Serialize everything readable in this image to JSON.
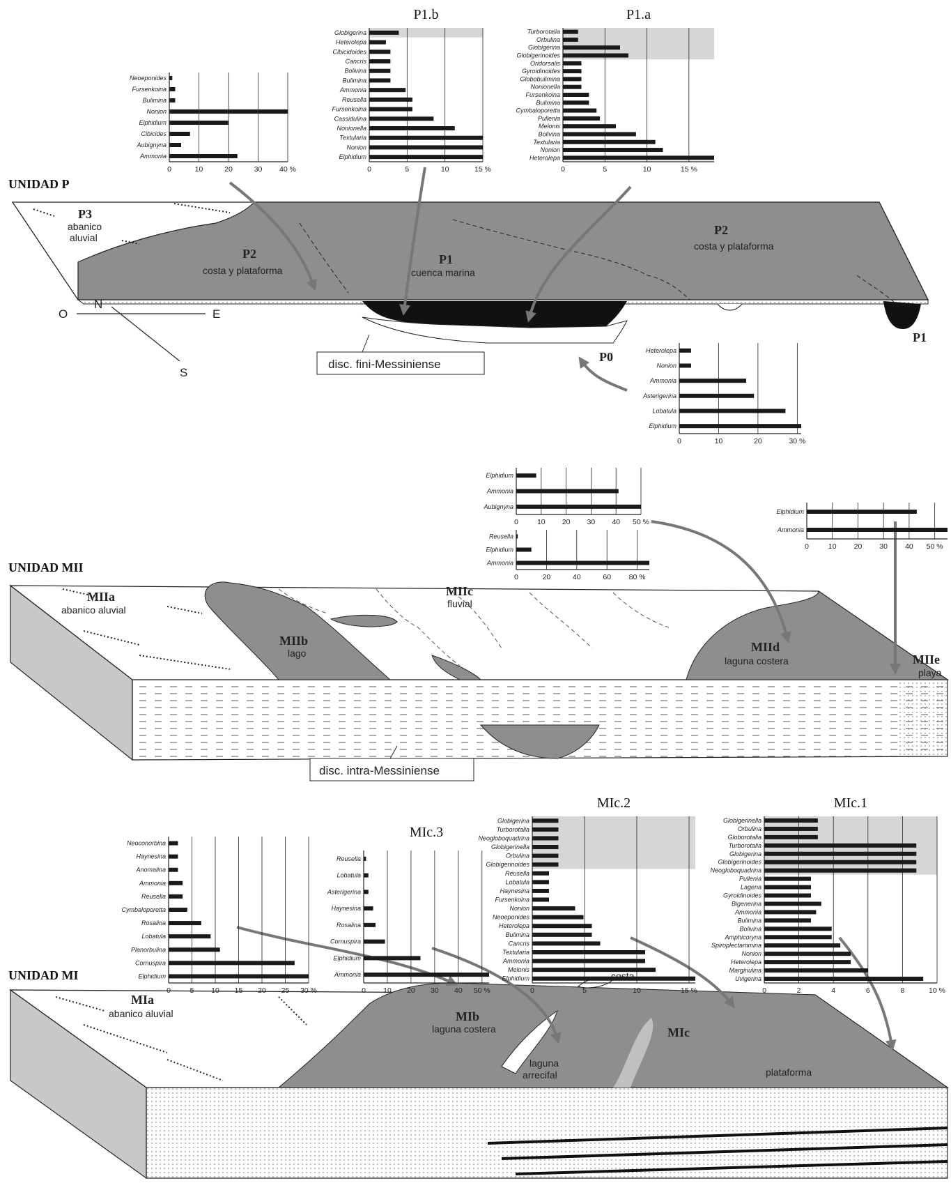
{
  "units": {
    "p": "UNIDAD P",
    "mii": "UNIDAD MII",
    "mi": "UNIDAD MI"
  },
  "zones": {
    "p3": {
      "name": "P3",
      "desc": [
        "abanico",
        "aluvial"
      ]
    },
    "p2_west": {
      "name": "P2",
      "desc": "costa y plataforma"
    },
    "p1_center": {
      "name": "P1",
      "desc": "cuenca marina"
    },
    "p2_east": {
      "name": "P2",
      "desc": "costa y plataforma"
    },
    "p1_channel": "P1",
    "p0": "P0",
    "p1_east": "P1",
    "miia": {
      "name": "MIIa",
      "desc": "abanico aluvial"
    },
    "miib": {
      "name": "MIIb",
      "desc": "lago"
    },
    "miic": {
      "name": "MIIc",
      "desc": "fluvial"
    },
    "miid": {
      "name": "MIId",
      "desc": "laguna costera"
    },
    "miie": {
      "name": "MIIe",
      "desc": "playa"
    },
    "mia": {
      "name": "MIa",
      "desc": "abanico aluvial"
    },
    "mib": {
      "name": "MIb",
      "desc": "laguna costera"
    },
    "mic": {
      "name": "MIc",
      "desc": "plataforma"
    },
    "costa": "costa",
    "laguna_arrecifal": [
      "laguna",
      "arrecifal"
    ]
  },
  "discontinuities": {
    "fini": "disc. fini-Messiniense",
    "intra": "disc. intra-Messiniense"
  },
  "compass": {
    "n": "N",
    "s": "S",
    "o": "O",
    "e": "E"
  },
  "colors": {
    "bar": "#1a1a1a",
    "shade": "#d6d6d6",
    "facies": "#8e8e8e",
    "arrow": "#777777",
    "block_side": "#c8c8c8"
  },
  "chart_data": [
    {
      "id": "p_left",
      "type": "bar",
      "orientation": "horizontal",
      "title": "",
      "categories": [
        "Neoeponides",
        "Fursenkoina",
        "Bulimina",
        "Nonion",
        "Elphidium",
        "Cibicides",
        "Aubignyna",
        "Ammonia"
      ],
      "values": [
        1,
        2,
        2,
        40,
        20,
        7,
        4,
        23
      ],
      "xticks": [
        "0",
        "10",
        "20",
        "30",
        "40 %"
      ],
      "xlim": [
        0,
        40
      ]
    },
    {
      "id": "p1b",
      "type": "bar",
      "orientation": "horizontal",
      "title": "P1.b",
      "categories": [
        "Globigerina",
        "Heterolepa",
        "Cibicidoides",
        "Cancris",
        "Bolivina",
        "Bulimina",
        "Ammonia",
        "Reusella",
        "Fursenkoina",
        "Cassidulina",
        "Nonionella",
        "Textularia",
        "Nonion",
        "Elphidium"
      ],
      "values": [
        3.9,
        2.2,
        2.8,
        2.8,
        2.8,
        2.8,
        4.8,
        5.7,
        5.7,
        8.5,
        11.3,
        15,
        15,
        15
      ],
      "planktonic": 1,
      "xticks": [
        "0",
        "5",
        "10",
        "15 %"
      ],
      "xlim": [
        0,
        15
      ]
    },
    {
      "id": "p1a",
      "type": "bar",
      "orientation": "horizontal",
      "title": "P1.a",
      "categories": [
        "Turborotalia",
        "Orbulina",
        "Globigerina",
        "Globigerinoides",
        "Oridorsalis",
        "Gyroidinoides",
        "Globobulimina",
        "Nonionella",
        "Fursenkoina",
        "Bulimina",
        "Cymbaloporetta",
        "Pullenia",
        "Melonis",
        "Bolivina",
        "Textularia",
        "Nonion",
        "Heterolepa"
      ],
      "values": [
        1.8,
        1.8,
        6.8,
        7.8,
        2.2,
        2.2,
        2.2,
        2.2,
        3.1,
        3.1,
        4,
        4.4,
        6.3,
        8.7,
        11,
        11.9,
        18
      ],
      "planktonic": 4,
      "xticks": [
        "0",
        "5",
        "10",
        "15 %"
      ],
      "xlim": [
        0,
        18
      ]
    },
    {
      "id": "p0",
      "type": "bar",
      "orientation": "horizontal",
      "title": "",
      "categories": [
        "Heterolepa",
        "Nonion",
        "Ammonia",
        "Asterigerina",
        "Lobatula",
        "Elphidium"
      ],
      "values": [
        3,
        3,
        17,
        19,
        27,
        31
      ],
      "xticks": [
        "0",
        "10",
        "20",
        "30 %"
      ],
      "xlim": [
        0,
        31
      ]
    },
    {
      "id": "miid_a",
      "type": "bar",
      "orientation": "horizontal",
      "title": "",
      "categories": [
        "Elphidium",
        "Ammonia",
        "Aubignyna"
      ],
      "values": [
        8,
        41,
        50
      ],
      "xticks": [
        "0",
        "10",
        "20",
        "30",
        "40",
        "50 %"
      ],
      "xlim": [
        0,
        50
      ]
    },
    {
      "id": "miid_b",
      "type": "bar",
      "orientation": "horizontal",
      "title": "",
      "categories": [
        "Reusella",
        "Elphidium",
        "Ammonia"
      ],
      "values": [
        1,
        10,
        88
      ],
      "xticks": [
        "0",
        "20",
        "40",
        "60",
        "80 %"
      ],
      "xlim": [
        0,
        88
      ]
    },
    {
      "id": "miie",
      "type": "bar",
      "orientation": "horizontal",
      "title": "",
      "categories": [
        "Elphidium",
        "Ammonia"
      ],
      "values": [
        43,
        55
      ],
      "xticks": [
        "0",
        "10",
        "20",
        "30",
        "40",
        "50 %"
      ],
      "xlim": [
        0,
        55
      ]
    },
    {
      "id": "mi_left",
      "type": "bar",
      "orientation": "horizontal",
      "title": "",
      "categories": [
        "Neoconorbina",
        "Haynesina",
        "Anomalina",
        "Ammonia",
        "Reusella",
        "Cymbaloporetta",
        "Rosalina",
        "Lobatula",
        "Planorbulina",
        "Cornuspira",
        "Elphidium"
      ],
      "values": [
        2,
        2,
        2,
        3,
        3,
        4,
        7,
        9,
        11,
        27,
        30
      ],
      "xticks": [
        "0",
        "5",
        "10",
        "15",
        "20",
        "25",
        "30 %"
      ],
      "xlim": [
        0,
        30
      ]
    },
    {
      "id": "mic3",
      "type": "bar",
      "orientation": "horizontal",
      "title": "MIc.3",
      "categories": [
        "Reusella",
        "Lobatula",
        "Asterigerina",
        "Haynesina",
        "Rosalina",
        "Cornuspira",
        "Elphidium",
        "Ammonia"
      ],
      "values": [
        1,
        2,
        2,
        4,
        5,
        9,
        24,
        53
      ],
      "xticks": [
        "0",
        "10",
        "20",
        "30",
        "40",
        "50 %"
      ],
      "xlim": [
        0,
        53
      ]
    },
    {
      "id": "mic2",
      "type": "bar",
      "orientation": "horizontal",
      "title": "MIc.2",
      "categories": [
        "Globigerina",
        "Turborotalia",
        "Neogloboquadrina",
        "Globigerinella",
        "Orbulina",
        "Globigerinoides",
        "Reusella",
        "Lobatula",
        "Haynesina",
        "Fursenkoina",
        "Nonion",
        "Neoeponides",
        "Heterolepa",
        "Bulimina",
        "Cancris",
        "Textularia",
        "Ammonia",
        "Melonis",
        "Elphidium"
      ],
      "values": [
        2.5,
        2.5,
        2.5,
        2.5,
        2.5,
        2.5,
        1.6,
        1.6,
        1.6,
        1.6,
        4.1,
        4.9,
        5.7,
        5.7,
        6.5,
        10.8,
        10.8,
        11.8,
        15.6
      ],
      "planktonic": 6,
      "xticks": [
        "0",
        "5",
        "10",
        "15 %"
      ],
      "xlim": [
        0,
        15.6
      ]
    },
    {
      "id": "mic1",
      "type": "bar",
      "orientation": "horizontal",
      "title": "MIc.1",
      "categories": [
        "Globigerinella",
        "Orbulina",
        "Globorotalia",
        "Turborotalia",
        "Globigerina",
        "Globigerinoides",
        "Neogloboquadrina",
        "Pullenia",
        "Lagena",
        "Gyroidinoides",
        "Bigenerina",
        "Ammonia",
        "Bulimina",
        "Bolivina",
        "Amphicoryna",
        "Spiroplectammina",
        "Nonion",
        "Heterolepa",
        "Marginulina",
        "Uvigerina"
      ],
      "values": [
        3.1,
        3.1,
        3.1,
        8.8,
        8.8,
        8.8,
        8.8,
        2.7,
        2.7,
        2.7,
        3.3,
        3.0,
        2.7,
        3.9,
        3.9,
        4.4,
        5.0,
        5.0,
        6.0,
        9.2
      ],
      "planktonic": 7,
      "xticks": [
        "0",
        "2",
        "4",
        "6",
        "8",
        "10 %"
      ],
      "xlim": [
        0,
        10
      ]
    }
  ]
}
